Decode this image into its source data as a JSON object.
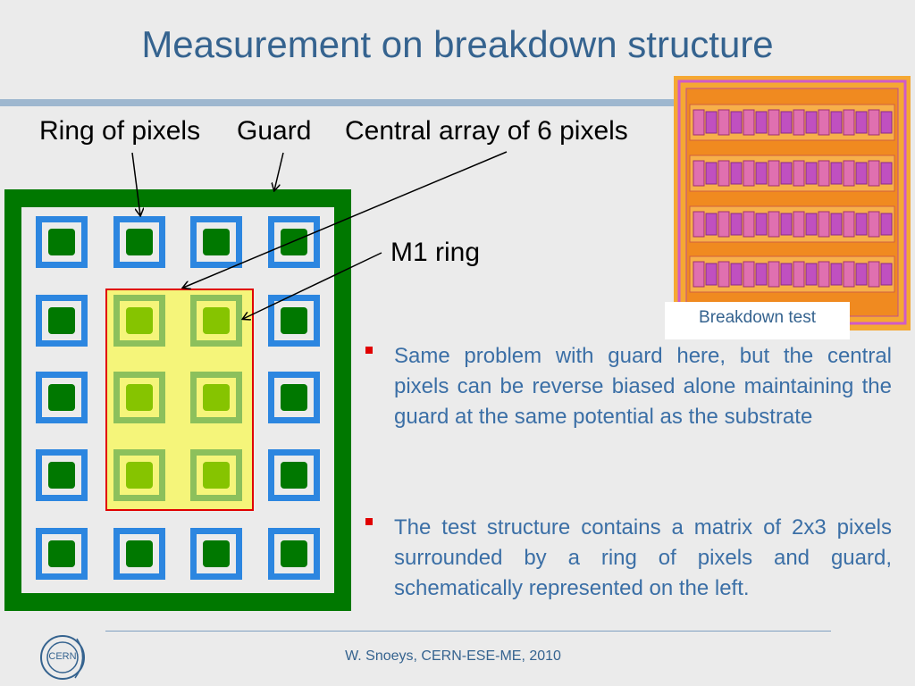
{
  "slide": {
    "title": "Measurement on breakdown structure",
    "footer": "W. Snoeys, CERN-ESE-ME, 2010",
    "logo_text": "CERN"
  },
  "labels": {
    "ring_of_pixels": "Ring of pixels",
    "guard": "Guard",
    "central_array": "Central array of 6 pixels",
    "m1_ring": "M1 ring"
  },
  "layout_image": {
    "caption": "Breakdown test"
  },
  "bullets": [
    "Same problem with guard here, but the central pixels can be reverse biased alone maintaining the guard at the same potential as the substrate",
    "The test structure contains a matrix of 2x3 pixels surrounded by a ring of pixels and guard, schematically represented on the left."
  ],
  "colors": {
    "title": "#35638f",
    "bullet_text": "#3b6fa6",
    "bullet_marker": "#e00000",
    "guard_ring": "#007800",
    "outer_pixel_frame": "#2c86e0",
    "central_region": "#f5f57a",
    "central_region_border": "#e00000",
    "central_pixel": "#86c400"
  }
}
